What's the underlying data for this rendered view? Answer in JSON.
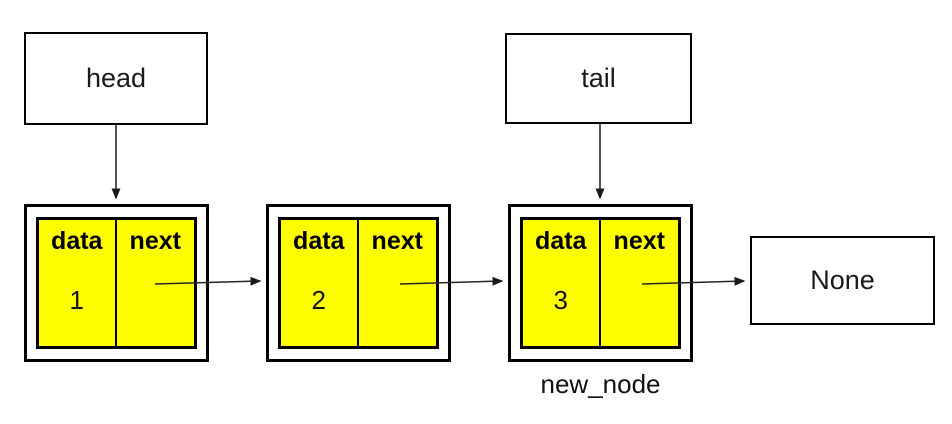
{
  "diagram": {
    "title_context": "singly linked list with head and tail pointers",
    "pointers": {
      "head_label": "head",
      "tail_label": "tail"
    },
    "nodes": [
      {
        "data_label": "data",
        "next_label": "next",
        "value": "1"
      },
      {
        "data_label": "data",
        "next_label": "next",
        "value": "2"
      },
      {
        "data_label": "data",
        "next_label": "next",
        "value": "3"
      }
    ],
    "terminator_label": "None",
    "new_node_label": "new_node",
    "arrows": [
      "head-to-node1",
      "tail-to-node3",
      "node1-next-to-node2",
      "node2-next-to-node3",
      "node3-next-to-none"
    ],
    "colors": {
      "cell_fill": "#FFFF00",
      "border": "#000000",
      "arrow": "#262626",
      "background": "#FFFFFF"
    }
  }
}
